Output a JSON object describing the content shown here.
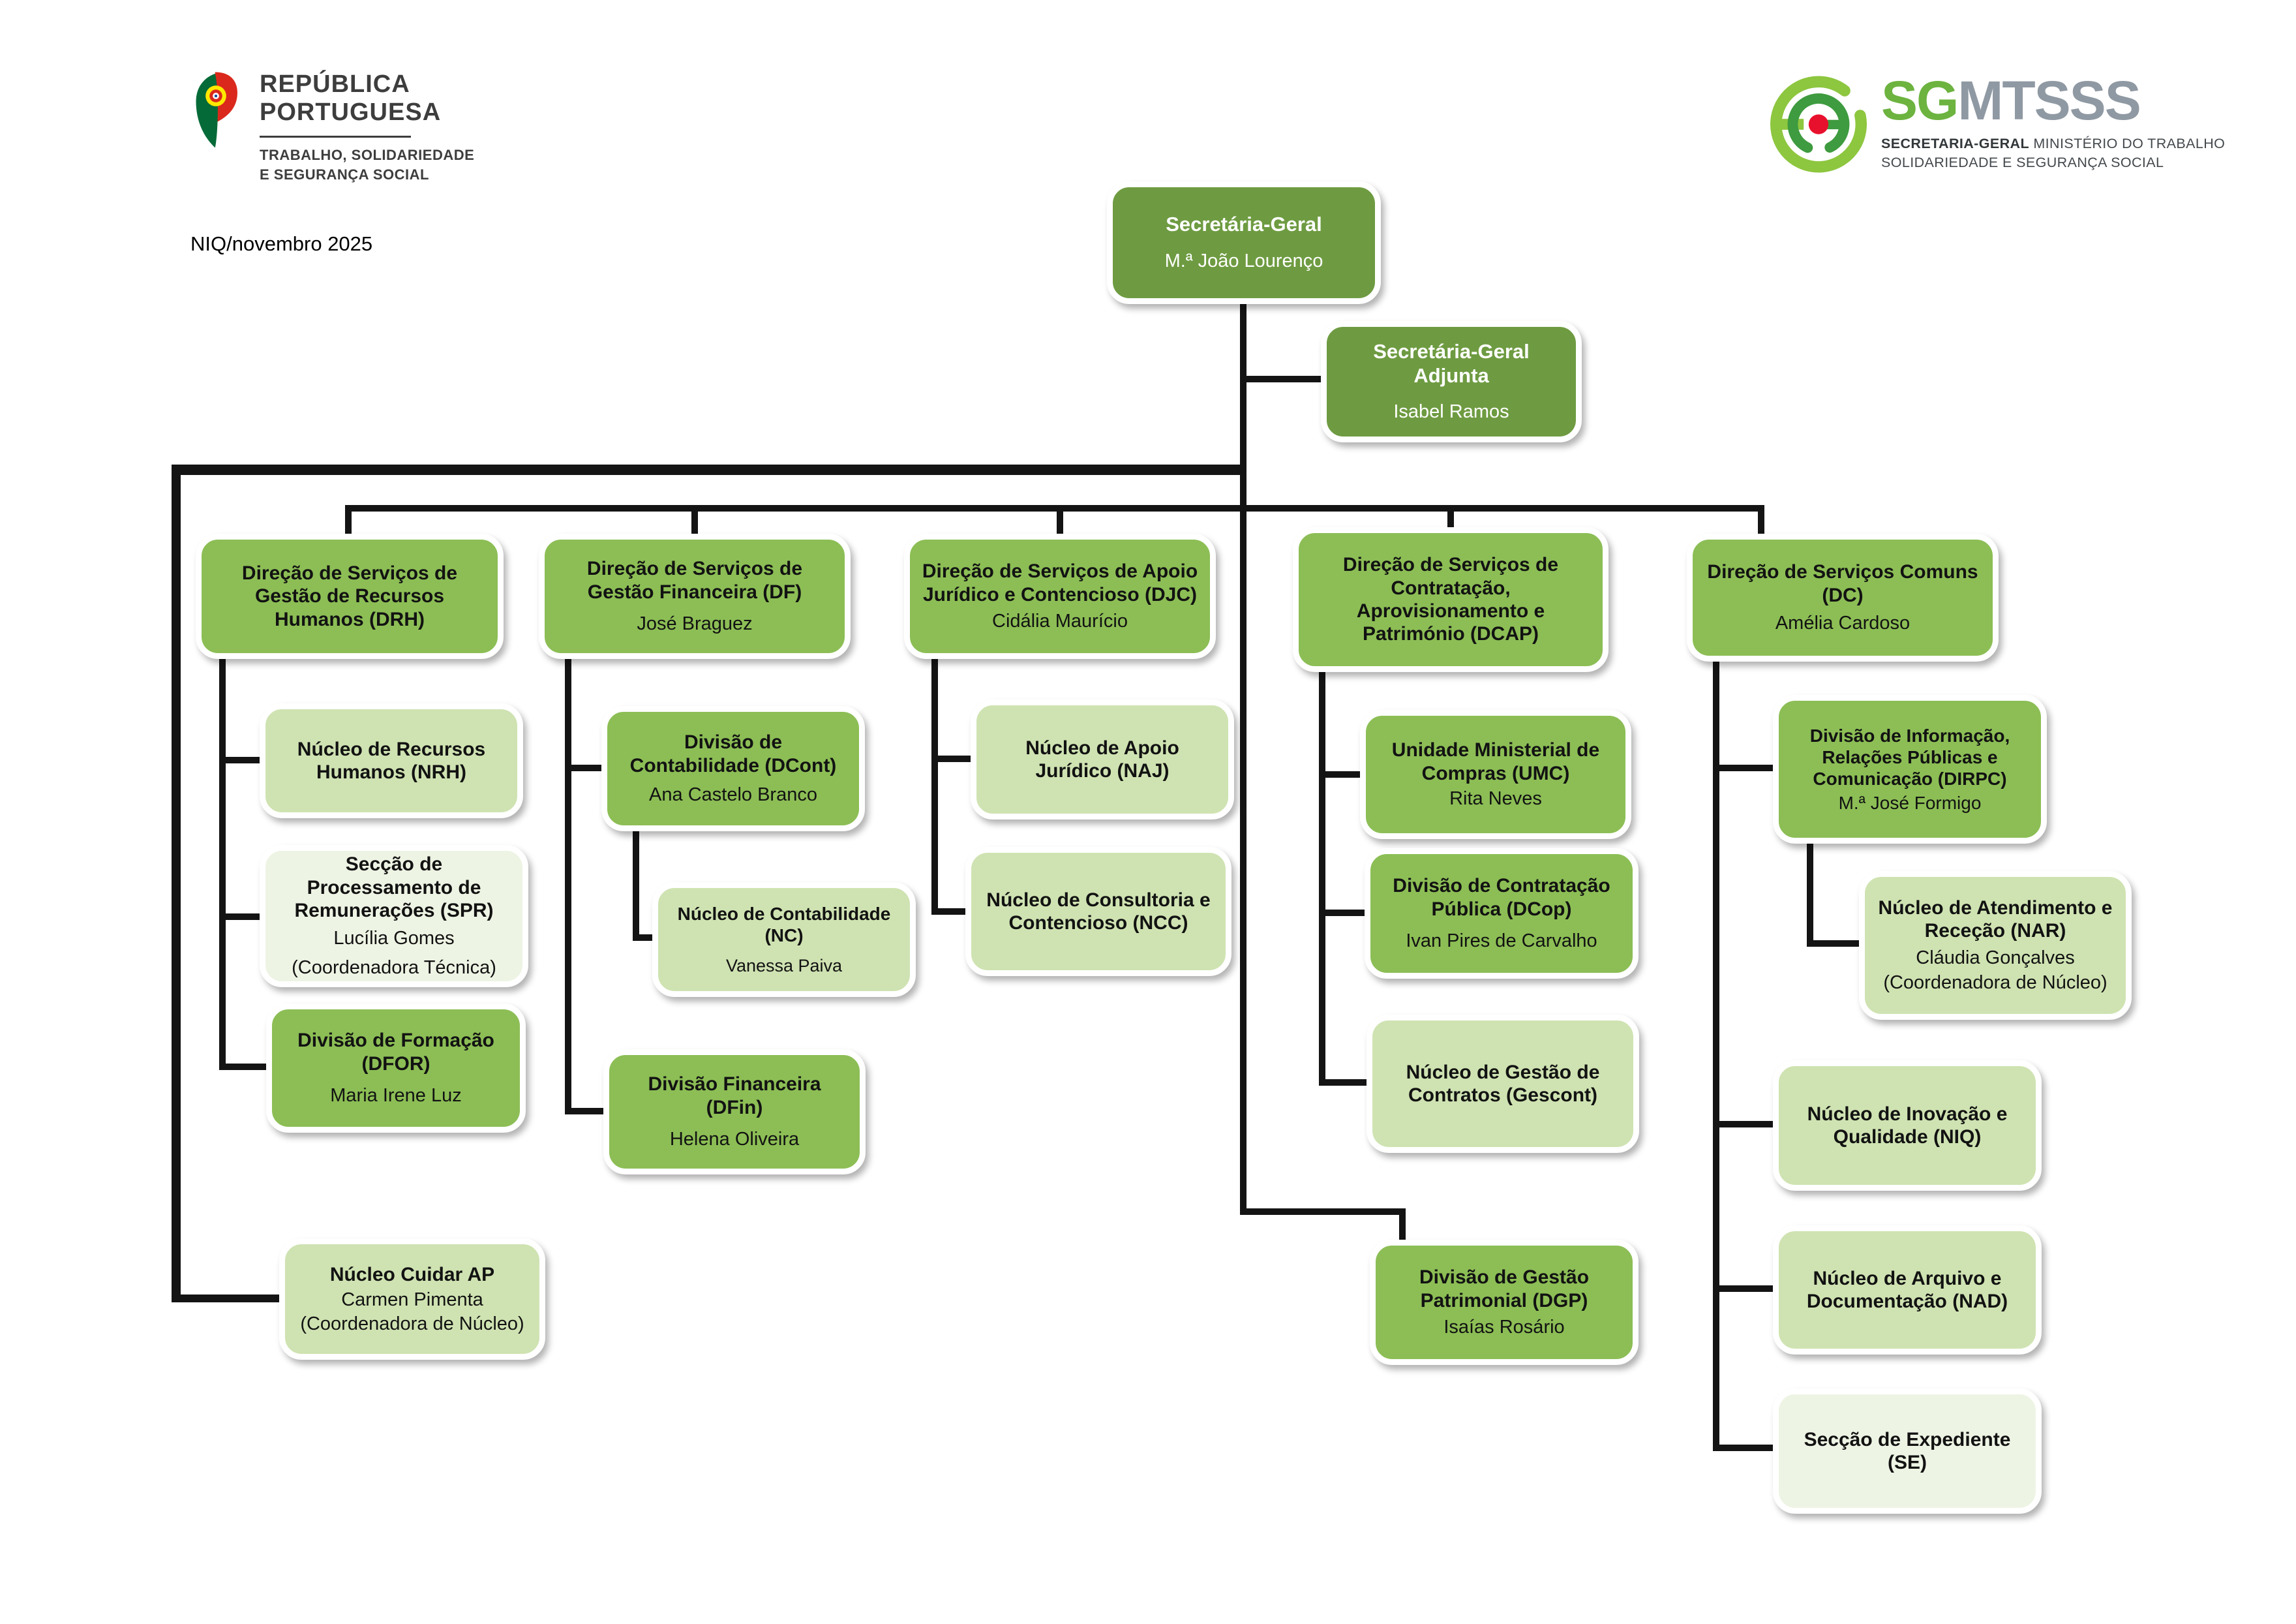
{
  "header": {
    "republica": {
      "line1": "REPÚBLICA",
      "line2": "PORTUGUESA",
      "sector1": "TRABALHO, SOLIDARIEDADE",
      "sector2": "E SEGURANÇA SOCIAL"
    },
    "niq_note": "NIQ/novembro 2025",
    "sgmtsss": {
      "wordmark_green": "SG",
      "wordmark_gray": "MTSSS",
      "tag_bold": "SECRETARIA-GERAL",
      "tag_rest": " MINISTÉRIO DO TRABALHO",
      "tag_line2": "SOLIDARIEDADE E SEGURANÇA SOCIAL"
    }
  },
  "colors": {
    "executive_green": "#6e9b41",
    "division_green": "#8cbe55",
    "unit_green": "#cfe3b2",
    "section_green": "#eef4e4",
    "connector_black": "#141414",
    "logo_green": "#6cb33f",
    "logo_gray": "#8f99a3",
    "flag_green": "#046A38",
    "flag_red": "#DA291C"
  },
  "nodes": {
    "sg": {
      "title": "Secretária-Geral",
      "name": "M.ª João Lourenço"
    },
    "sga": {
      "title": "Secretária-Geral Adjunta",
      "name": "Isabel Ramos"
    },
    "drh": {
      "title": "Direção de Serviços de Gestão de Recursos Humanos (DRH)"
    },
    "nrh": {
      "title": "Núcleo de Recursos Humanos (NRH)"
    },
    "spr": {
      "title": "Secção de Processamento de Remunerações (SPR)",
      "name": "Lucília Gomes",
      "note": "(Coordenadora Técnica)"
    },
    "dfor": {
      "title": "Divisão de Formação (DFOR)",
      "name": "Maria Irene Luz"
    },
    "cuidar": {
      "title": "Núcleo Cuidar AP",
      "name": "Carmen Pimenta",
      "note": "(Coordenadora de Núcleo)"
    },
    "df": {
      "title": "Direção de Serviços de Gestão Financeira (DF)",
      "name": "José Braguez"
    },
    "dcont": {
      "title": "Divisão de Contabilidade (DCont)",
      "name": "Ana Castelo Branco"
    },
    "nc": {
      "title": "Núcleo de Contabilidade (NC)",
      "name": "Vanessa Paiva"
    },
    "dfin": {
      "title": "Divisão Financeira (DFin)",
      "name": "Helena Oliveira"
    },
    "djc": {
      "title": "Direção de Serviços de Apoio Jurídico e Contencioso (DJC)",
      "name": "Cidália Maurício"
    },
    "naj": {
      "title": "Núcleo de Apoio Jurídico (NAJ)"
    },
    "ncc": {
      "title": "Núcleo de Consultoria e Contencioso (NCC)"
    },
    "dcap": {
      "title": "Direção de Serviços de Contratação, Aprovisionamento e Património (DCAP)"
    },
    "umc": {
      "title": "Unidade Ministerial de Compras (UMC)",
      "name": "Rita Neves"
    },
    "dcop": {
      "title": "Divisão de Contratação Pública (DCop)",
      "name": "Ivan Pires de Carvalho"
    },
    "gescont": {
      "title": "Núcleo de Gestão de Contratos (Gescont)"
    },
    "dgp": {
      "title": "Divisão de Gestão Patrimonial (DGP)",
      "name": "Isaías Rosário"
    },
    "dc": {
      "title": "Direção de Serviços Comuns (DC)",
      "name": "Amélia Cardoso"
    },
    "dirpc": {
      "title": "Divisão de Informação, Relações Públicas e Comunicação (DIRPC)",
      "name": "M.ª José Formigo"
    },
    "nar": {
      "title": "Núcleo de Atendimento e Receção (NAR)",
      "name": "Cláudia Gonçalves",
      "note": "(Coordenadora de Núcleo)"
    },
    "niq": {
      "title": "Núcleo de Inovação e Qualidade (NIQ)"
    },
    "nad": {
      "title": "Núcleo de Arquivo e Documentação (NAD)"
    },
    "se": {
      "title": "Secção de Expediente (SE)"
    }
  }
}
